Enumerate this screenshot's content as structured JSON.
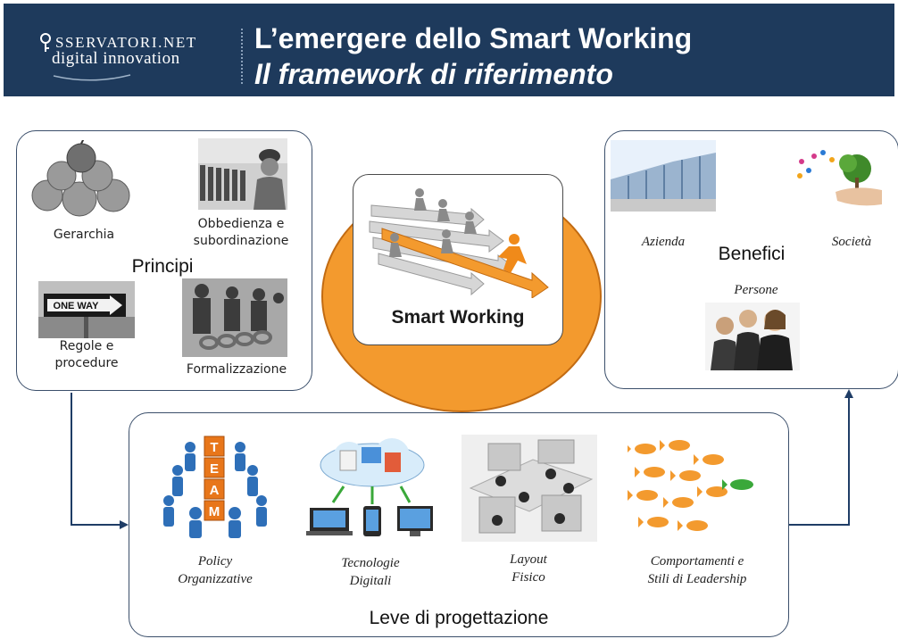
{
  "header": {
    "logo_top": "SSERVATORI.NET",
    "logo_bottom": "digital innovation",
    "title": "L’emergere dello Smart Working",
    "subtitle": "Il framework di riferimento"
  },
  "principi": {
    "title": "Principi",
    "items": [
      "Gerarchia",
      "Obbedienza e subordinazione",
      "Regole e procedure",
      "Formalizzazione"
    ],
    "sign_text": "ONE WAY"
  },
  "center": {
    "label": "Smart Working"
  },
  "benefici": {
    "title": "Benefici",
    "items": [
      "Azienda",
      "Società",
      "Persone"
    ]
  },
  "leve": {
    "title": "Leve di progettazione",
    "items": [
      [
        "Policy",
        "Organizzative"
      ],
      [
        "Tecnologie",
        "Digitali"
      ],
      [
        "Layout",
        "Fisico"
      ],
      [
        "Comportamenti e",
        "Stili di Leadership"
      ]
    ],
    "team_letters": [
      "T",
      "E",
      "A",
      "M"
    ]
  },
  "colors": {
    "header_bg": "#1e3a5c",
    "border": "#3b4f6b",
    "accent_orange": "#f39a2e",
    "connector": "#1f3d66"
  }
}
